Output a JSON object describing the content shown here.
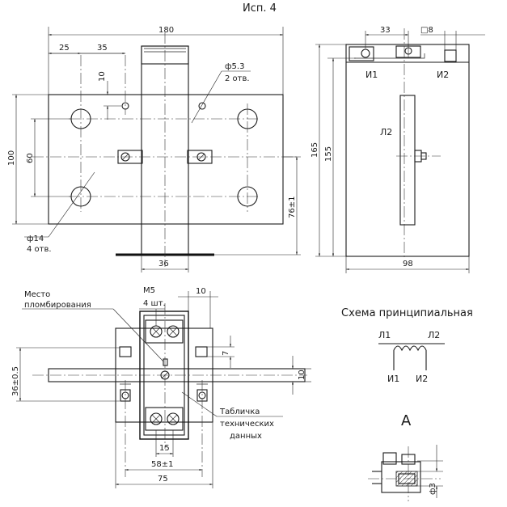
{
  "header": {
    "variant": "Исп. 4"
  },
  "front_view": {
    "dims": {
      "width_total": "180",
      "hole_x1": "25",
      "hole_x2": "35",
      "small_hole_y": "10",
      "hole_dia_small": "ф5.3",
      "hole_count_small": "2 отв.",
      "height_total": "100",
      "hole_spacing": "60",
      "busbar_height": "76±1",
      "hole_dia_big": "ф14",
      "hole_count_big": "4 отв.",
      "busbar_width": "36"
    }
  },
  "side_view": {
    "dims": {
      "top_offset": "33",
      "square": "□8",
      "height_outer": "165",
      "height_inner": "155",
      "depth": "98"
    },
    "labels": {
      "i1": "И1",
      "i2": "И2",
      "l2": "Л2"
    }
  },
  "top_view": {
    "callouts": {
      "seal_line1": "Место",
      "seal_line2": "пломбирования",
      "screw_size": "М5",
      "screw_count": "4 шт.",
      "plate_line1": "Табличка",
      "plate_line2": "технических",
      "plate_line3": "данных"
    },
    "dims": {
      "screw_spacing": "10",
      "slot_height": "7",
      "busbar_offset": "36±0.5",
      "busbar_thickness": "10",
      "inner_width": "15",
      "mount_spacing": "58±1",
      "overall_width": "75"
    }
  },
  "schematic": {
    "title": "Схема принципиальная",
    "l1": "Л1",
    "l2": "Л2",
    "i1": "И1",
    "i2": "И2"
  },
  "detail": {
    "title": "А",
    "dia": "ф3"
  }
}
